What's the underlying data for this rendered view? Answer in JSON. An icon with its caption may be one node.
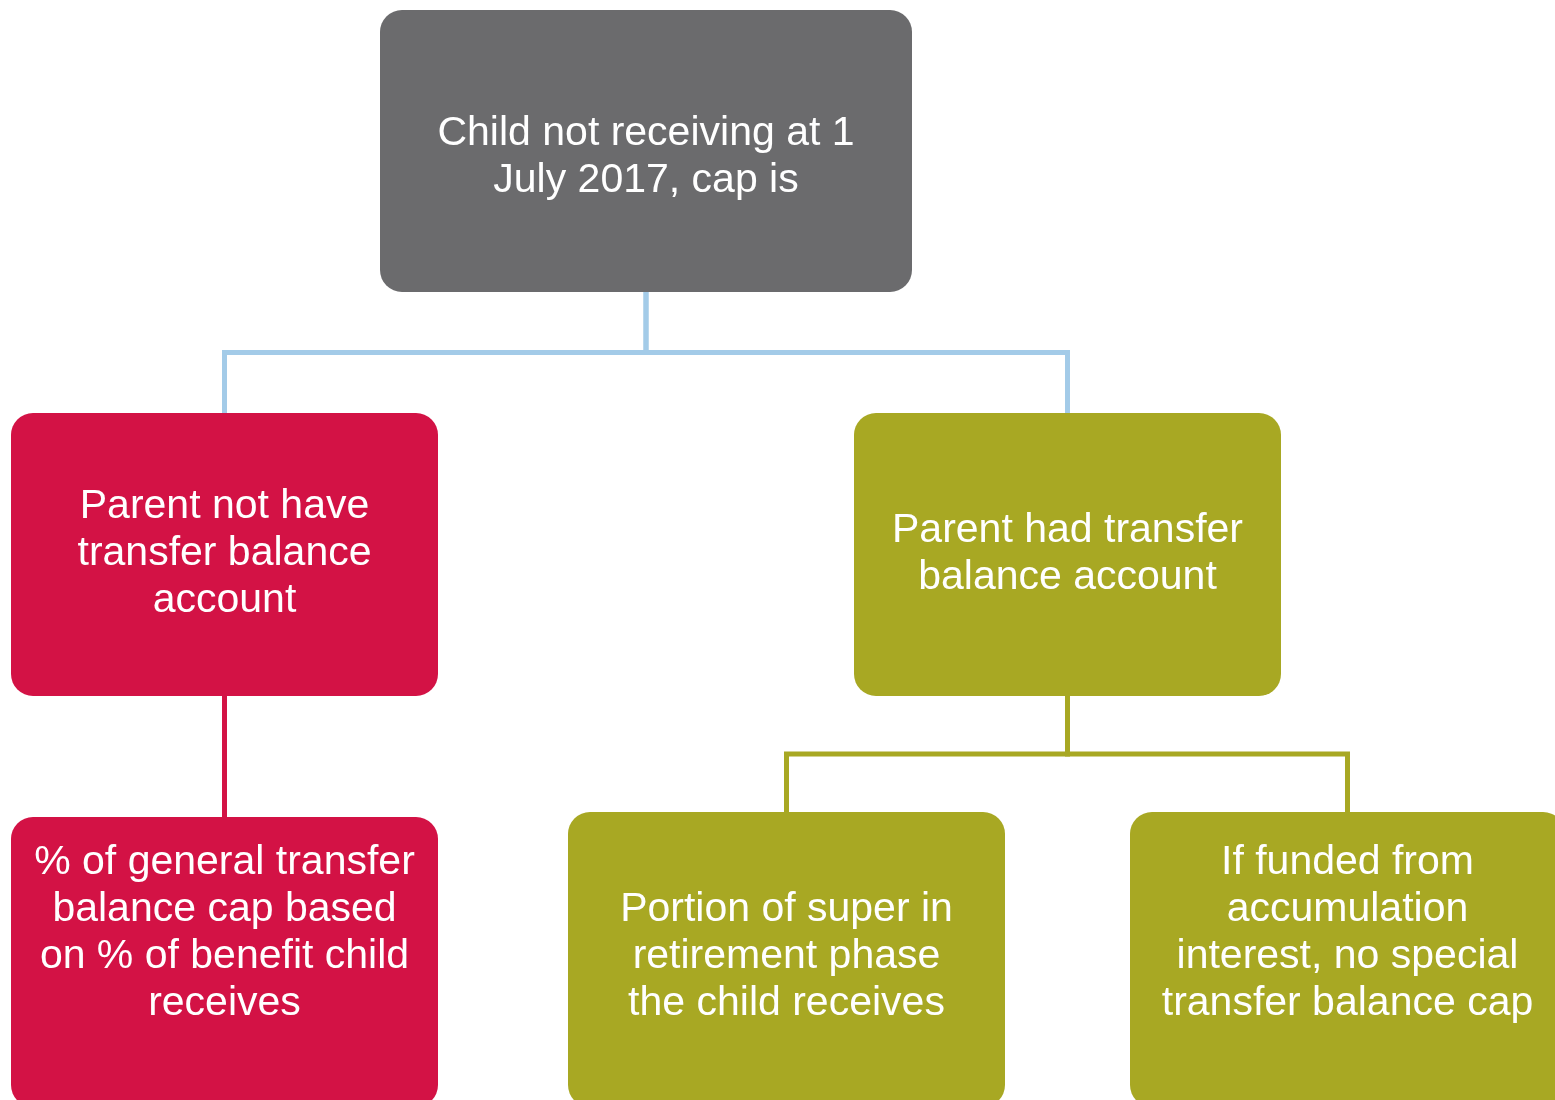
{
  "diagram": {
    "nodes": [
      {
        "text": [
          "Child not receiving at 1 July 2017, cap is"
        ]
      },
      {
        "text": [
          "Parent not have transfer balance account"
        ]
      },
      {
        "text": [
          "Parent had transfer balance account"
        ]
      },
      {
        "text": [
          "% of general transfer balance cap based on % of benefit child receives"
        ]
      },
      {
        "text": [
          "Portion of super in retirement phase the child receives"
        ]
      },
      {
        "text": [
          "If funded from accumulation interest, no special transfer balance cap"
        ]
      }
    ],
    "edges": [
      {
        "from": 0,
        "to": 1,
        "arrow": "none",
        "color": "#a3cbe8"
      },
      {
        "from": 0,
        "to": 2,
        "arrow": "none",
        "color": "#a3cbe8"
      },
      {
        "from": 1,
        "to": 3,
        "arrow": "none",
        "color": "#d31245"
      },
      {
        "from": 2,
        "to": 4,
        "arrow": "none",
        "color": "#a8a823"
      },
      {
        "from": 2,
        "to": 5,
        "arrow": "none",
        "color": "#a8a823"
      }
    ]
  }
}
